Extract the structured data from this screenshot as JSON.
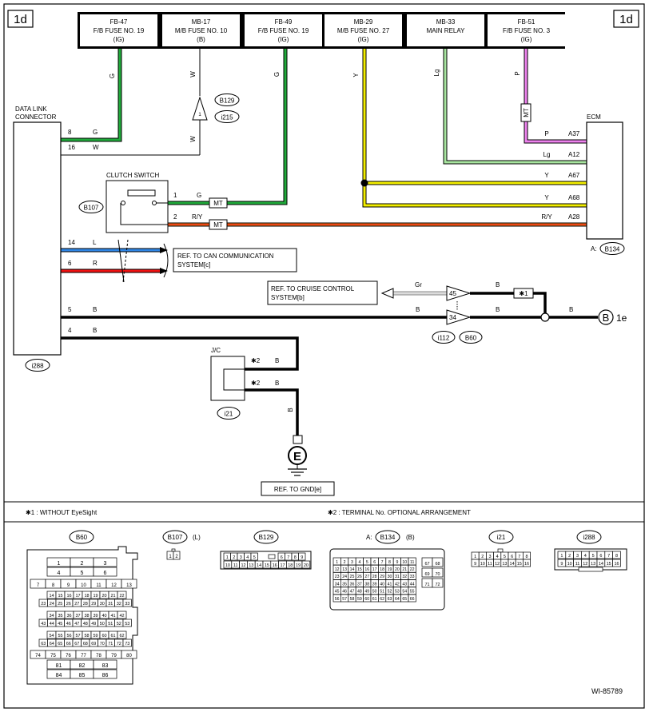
{
  "page_tags": {
    "left": "1d",
    "right": "1d"
  },
  "fuses": [
    {
      "code": "FB-47",
      "name": "F/B FUSE NO. 19",
      "note": "(IG)"
    },
    {
      "code": "MB-17",
      "name": "M/B FUSE NO. 10",
      "note": "(B)"
    },
    {
      "code": "FB-49",
      "name": "F/B FUSE NO. 19",
      "note": "(IG)"
    },
    {
      "code": "MB-29",
      "name": "M/B FUSE NO. 27",
      "note": "(IG)"
    },
    {
      "code": "MB-33",
      "name": "MAIN RELAY",
      "note": ""
    },
    {
      "code": "FB-51",
      "name": "F/B FUSE NO. 3",
      "note": "(IG)"
    }
  ],
  "wire_colors": {
    "green": "#1faa3a",
    "yellow": "#f2ee00",
    "light_green": "#a8e6a0",
    "pink": "#ee82ee",
    "blue": "#2f86e6",
    "red": "#ee1111",
    "orange": "#f07a1c",
    "black": "#000000",
    "gray": "#c8c8c8"
  },
  "wire_codes": {
    "g1": "G",
    "w1": "W",
    "w2": "W",
    "g2": "G",
    "y1": "Y",
    "lg1": "Lg",
    "p1": "P",
    "b_sig": "B",
    "gr": "Gr",
    "b_low": "B",
    "b_mid": "B",
    "b_right": "B",
    "b_jc1": "B",
    "b_jc2": "B",
    "b_gnd": "B"
  },
  "dlc": {
    "title_line1": "DATA LINK",
    "title_line2": "CONNECTOR",
    "connector": "i288",
    "pins": [
      {
        "num": "8",
        "color": "G"
      },
      {
        "num": "16",
        "color": "W"
      },
      {
        "num": "14",
        "color": "L"
      },
      {
        "num": "6",
        "color": "R"
      },
      {
        "num": "5",
        "color": "B"
      },
      {
        "num": "4",
        "color": "B"
      }
    ]
  },
  "clutch_switch": {
    "title": "CLUTCH SWITCH",
    "connector": "B107",
    "pins": [
      {
        "num": "1",
        "color": "G"
      },
      {
        "num": "2",
        "color": "R/Y"
      }
    ],
    "mt_label": "MT"
  },
  "ecm": {
    "title": "ECM",
    "connector": "A: B134",
    "pins": [
      {
        "color": "P",
        "pin": "A37"
      },
      {
        "color": "Lg",
        "pin": "A12"
      },
      {
        "color": "Y",
        "pin": "A67"
      },
      {
        "color": "Y",
        "pin": "A68"
      },
      {
        "color": "R/Y",
        "pin": "A28"
      }
    ]
  },
  "inline": {
    "b129": "B129",
    "i215": "i215",
    "mark": "1"
  },
  "can_ref": {
    "line1": "REF. TO CAN COMMUNICATION",
    "line2": "SYSTEM[c]"
  },
  "cruise_ref": {
    "line1": "REF. TO CRUISE CONTROL",
    "line2": "SYSTEM[b]"
  },
  "joint": {
    "pin_top": "45",
    "pin_bottom": "34",
    "conn1": "i112",
    "conn2": "B60"
  },
  "note1_label": "✱1",
  "offpage": {
    "letter": "B",
    "dest": "1e"
  },
  "jc": {
    "title": "J/C",
    "connector": "i21",
    "pin1": {
      "label": "✱2",
      "color": "B"
    },
    "pin2": {
      "label": "✱2",
      "color": "B"
    }
  },
  "ground": {
    "symbol": "E",
    "ref": "REF. TO GND[e]"
  },
  "notes": [
    "✱1  : WITHOUT EyeSight",
    "✱2  : TERMINAL No. OPTIONAL ARRANGEMENT"
  ],
  "connectors": {
    "b60": {
      "label": "B60",
      "rows": [
        [
          "1",
          "2",
          "3"
        ],
        [
          "4",
          "5",
          "6"
        ],
        [
          "7",
          "8",
          "9",
          "10",
          "11",
          "12",
          "13"
        ],
        [
          "14",
          "15",
          "16",
          "17",
          "18",
          "19",
          "20",
          "21",
          "22"
        ],
        [
          "23",
          "24",
          "25",
          "26",
          "27",
          "28",
          "29",
          "30",
          "31",
          "32",
          "33"
        ],
        [
          "34",
          "35",
          "36",
          "37",
          "38",
          "39",
          "40",
          "41",
          "42"
        ],
        [
          "43",
          "44",
          "45",
          "46",
          "47",
          "48",
          "49",
          "50",
          "51",
          "52",
          "53"
        ],
        [
          "54",
          "55",
          "56",
          "57",
          "58",
          "59",
          "60",
          "61",
          "62"
        ],
        [
          "63",
          "64",
          "65",
          "66",
          "67",
          "68",
          "69",
          "70",
          "71",
          "72",
          "73"
        ],
        [
          "74",
          "75",
          "76",
          "77",
          "78",
          "79",
          "80"
        ],
        [
          "81",
          "82",
          "83"
        ],
        [
          "84",
          "85",
          "86"
        ]
      ]
    },
    "b107": {
      "label": "B107",
      "suffix": "(L)",
      "rows": [
        [
          "1",
          "2"
        ]
      ]
    },
    "b129": {
      "label": "B129",
      "rows": [
        [
          "1",
          "2",
          "3",
          "4",
          "5",
          "6",
          "7",
          "8",
          "9"
        ],
        [
          "10",
          "11",
          "12",
          "13",
          "14",
          "15",
          "16",
          "17",
          "18",
          "19",
          "20"
        ]
      ]
    },
    "b134": {
      "prefix": "A:",
      "label": "B134",
      "suffix": "(B)",
      "rows": [
        [
          "1",
          "2",
          "3",
          "4",
          "5",
          "6",
          "7",
          "8",
          "9",
          "10",
          "11"
        ],
        [
          "12",
          "13",
          "14",
          "15",
          "16",
          "17",
          "18",
          "19",
          "20",
          "21",
          "22"
        ],
        [
          "23",
          "24",
          "25",
          "26",
          "27",
          "28",
          "29",
          "30",
          "31",
          "32",
          "33"
        ],
        [
          "34",
          "35",
          "36",
          "37",
          "38",
          "39",
          "40",
          "41",
          "42",
          "43",
          "44"
        ],
        [
          "45",
          "46",
          "47",
          "48",
          "49",
          "50",
          "51",
          "52",
          "53",
          "54",
          "55"
        ],
        [
          "56",
          "57",
          "58",
          "59",
          "60",
          "61",
          "62",
          "63",
          "64",
          "65",
          "66"
        ]
      ],
      "side_rows": [
        [
          "67",
          "68"
        ],
        [
          "69",
          "70"
        ],
        [
          "71",
          "72"
        ]
      ]
    },
    "i21": {
      "label": "i21",
      "rows": [
        [
          "1",
          "2",
          "3",
          "4",
          "5",
          "6",
          "7",
          "8"
        ],
        [
          "9",
          "10",
          "11",
          "12",
          "13",
          "14",
          "15",
          "16"
        ]
      ]
    },
    "i288": {
      "label": "i288",
      "rows": [
        [
          "1",
          "2",
          "3",
          "4",
          "5",
          "6",
          "7",
          "8"
        ],
        [
          "9",
          "10",
          "11",
          "12",
          "13",
          "14",
          "15",
          "16"
        ]
      ]
    }
  },
  "footer_code": "WI-85789"
}
